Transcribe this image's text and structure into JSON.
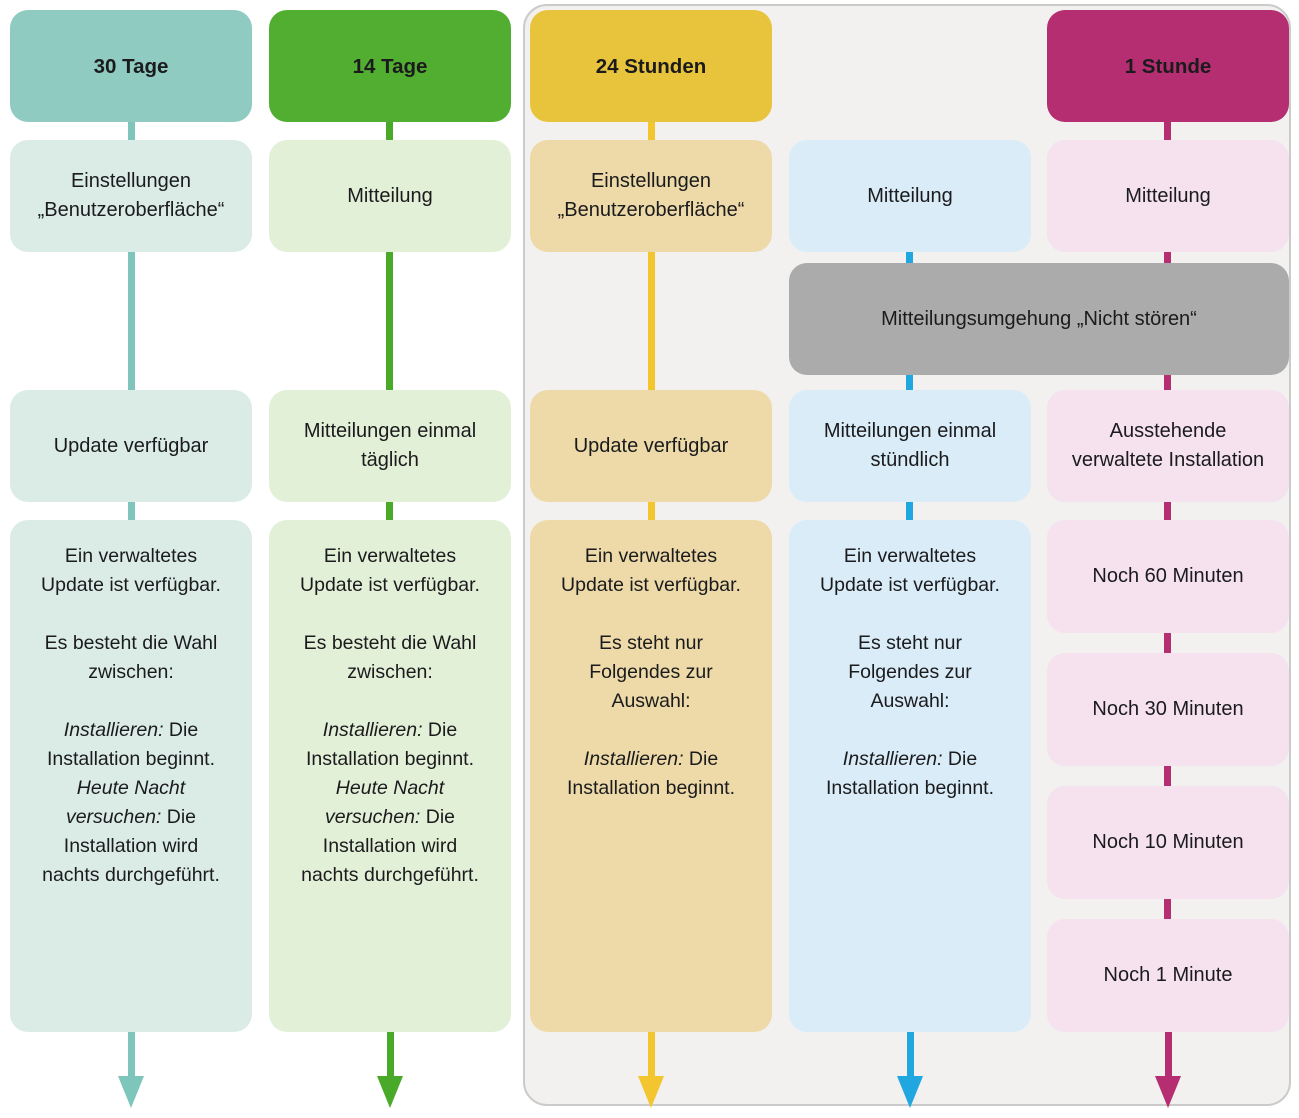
{
  "colors": {
    "teal_header": "#8fcbc1",
    "teal_light": "#dbece7",
    "teal_line": "#7ec6bc",
    "green_header": "#52ae31",
    "green_light": "#e3f0d8",
    "green_line": "#49a928",
    "gold_header": "#e8c43d",
    "gold_light": "#eddaa8",
    "gold_line": "#f3c52f",
    "blue_light": "#d9ecf7",
    "blue_line": "#20a7e0",
    "magenta_header": "#b52e71",
    "pink_light": "#f5e2ee",
    "gray_box": "#acabab",
    "panel_bg": "#f2f1f0",
    "panel_border": "#cbcbca"
  },
  "bypass": [
    [
      {
        "t": "Mitteilungsumgehung „Nicht stören“"
      }
    ]
  ],
  "col1": {
    "header": "30 Tage",
    "row2": [
      [
        {
          "t": "Einstellungen"
        },
        {
          "br": true
        },
        {
          "t": "„Benutzeroberfläche“"
        }
      ]
    ],
    "row3": "Update verfügbar",
    "detail": [
      [
        {
          "t": "Ein verwaltetes"
        },
        {
          "br": true
        },
        {
          "t": "Update ist verfügbar."
        }
      ],
      [
        {
          "t": "Es besteht die Wahl"
        },
        {
          "br": true
        },
        {
          "t": "zwischen:"
        }
      ],
      [
        {
          "t": "Installieren:",
          "i": true
        },
        {
          "t": " Die"
        },
        {
          "br": true
        },
        {
          "t": "Installation beginnt."
        },
        {
          "br": true
        },
        {
          "t": "Heute Nacht",
          "i": true
        },
        {
          "br": true
        },
        {
          "t": "versuchen:",
          "i": true
        },
        {
          "t": " Die"
        },
        {
          "br": true
        },
        {
          "t": "Installation wird"
        },
        {
          "br": true
        },
        {
          "t": "nachts durchgeführt."
        }
      ]
    ]
  },
  "col2": {
    "header": "14 Tage",
    "row2": "Mitteilung",
    "row3": [
      [
        {
          "t": "Mitteilungen einmal"
        },
        {
          "br": true
        },
        {
          "t": "täglich"
        }
      ]
    ],
    "detail": [
      [
        {
          "t": "Ein verwaltetes"
        },
        {
          "br": true
        },
        {
          "t": "Update ist verfügbar."
        }
      ],
      [
        {
          "t": "Es besteht die Wahl"
        },
        {
          "br": true
        },
        {
          "t": "zwischen:"
        }
      ],
      [
        {
          "t": "Installieren:",
          "i": true
        },
        {
          "t": " Die"
        },
        {
          "br": true
        },
        {
          "t": "Installation beginnt."
        },
        {
          "br": true
        },
        {
          "t": "Heute Nacht",
          "i": true
        },
        {
          "br": true
        },
        {
          "t": "versuchen:",
          "i": true
        },
        {
          "t": " Die"
        },
        {
          "br": true
        },
        {
          "t": "Installation wird"
        },
        {
          "br": true
        },
        {
          "t": "nachts durchgeführt."
        }
      ]
    ]
  },
  "col3": {
    "header": "24 Stunden",
    "row2": [
      [
        {
          "t": "Einstellungen"
        },
        {
          "br": true
        },
        {
          "t": "„Benutzeroberfläche“"
        }
      ]
    ],
    "row3": "Update verfügbar",
    "detail": [
      [
        {
          "t": "Ein verwaltetes"
        },
        {
          "br": true
        },
        {
          "t": "Update ist verfügbar."
        }
      ],
      [
        {
          "t": "Es steht nur"
        },
        {
          "br": true
        },
        {
          "t": "Folgendes zur"
        },
        {
          "br": true
        },
        {
          "t": "Auswahl:"
        }
      ],
      [
        {
          "t": "Installieren:",
          "i": true
        },
        {
          "t": " Die"
        },
        {
          "br": true
        },
        {
          "t": "Installation beginnt."
        }
      ]
    ]
  },
  "col4": {
    "row2": "Mitteilung",
    "row3": [
      [
        {
          "t": "Mitteilungen einmal"
        },
        {
          "br": true
        },
        {
          "t": "stündlich"
        }
      ]
    ],
    "detail": [
      [
        {
          "t": "Ein verwaltetes"
        },
        {
          "br": true
        },
        {
          "t": "Update ist verfügbar."
        }
      ],
      [
        {
          "t": "Es steht nur"
        },
        {
          "br": true
        },
        {
          "t": "Folgendes zur"
        },
        {
          "br": true
        },
        {
          "t": "Auswahl:"
        }
      ],
      [
        {
          "t": "Installieren:",
          "i": true
        },
        {
          "t": " Die"
        },
        {
          "br": true
        },
        {
          "t": "Installation beginnt."
        }
      ]
    ]
  },
  "col5": {
    "header": "1 Stunde",
    "row2": "Mitteilung",
    "row3": [
      [
        {
          "t": "Ausstehende"
        },
        {
          "br": true
        },
        {
          "t": "verwaltete Installation"
        }
      ]
    ],
    "countdown": [
      "Noch 60 Minuten",
      "Noch 30 Minuten",
      "Noch 10 Minuten",
      "Noch 1 Minute"
    ]
  }
}
